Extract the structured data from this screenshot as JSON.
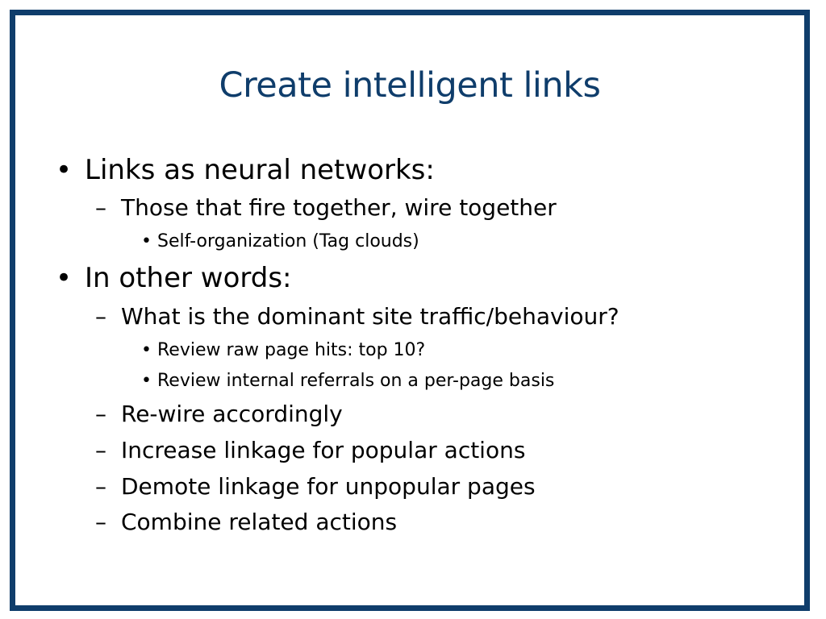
{
  "slide": {
    "title": "Create intelligent links",
    "bullets": [
      {
        "level": 1,
        "marker": "•",
        "text": "Links as neural networks:"
      },
      {
        "level": 2,
        "marker": "–",
        "text": "Those that fire together, wire together"
      },
      {
        "level": 3,
        "marker": "•",
        "text": "Self-organization (Tag clouds)"
      },
      {
        "level": 1,
        "marker": "•",
        "text": "In other words:"
      },
      {
        "level": 2,
        "marker": "–",
        "text": "What is the dominant site traffic/behaviour?"
      },
      {
        "level": 3,
        "marker": "•",
        "text": "Review raw page hits: top 10?"
      },
      {
        "level": 3,
        "marker": "•",
        "text": "Review internal referrals on a per-page basis"
      },
      {
        "level": 2,
        "marker": "–",
        "text": "Re-wire accordingly"
      },
      {
        "level": 2,
        "marker": "–",
        "text": "Increase linkage for popular actions"
      },
      {
        "level": 2,
        "marker": "–",
        "text": "Demote linkage for unpopular pages"
      },
      {
        "level": 2,
        "marker": "–",
        "text": "Combine related actions"
      }
    ]
  }
}
